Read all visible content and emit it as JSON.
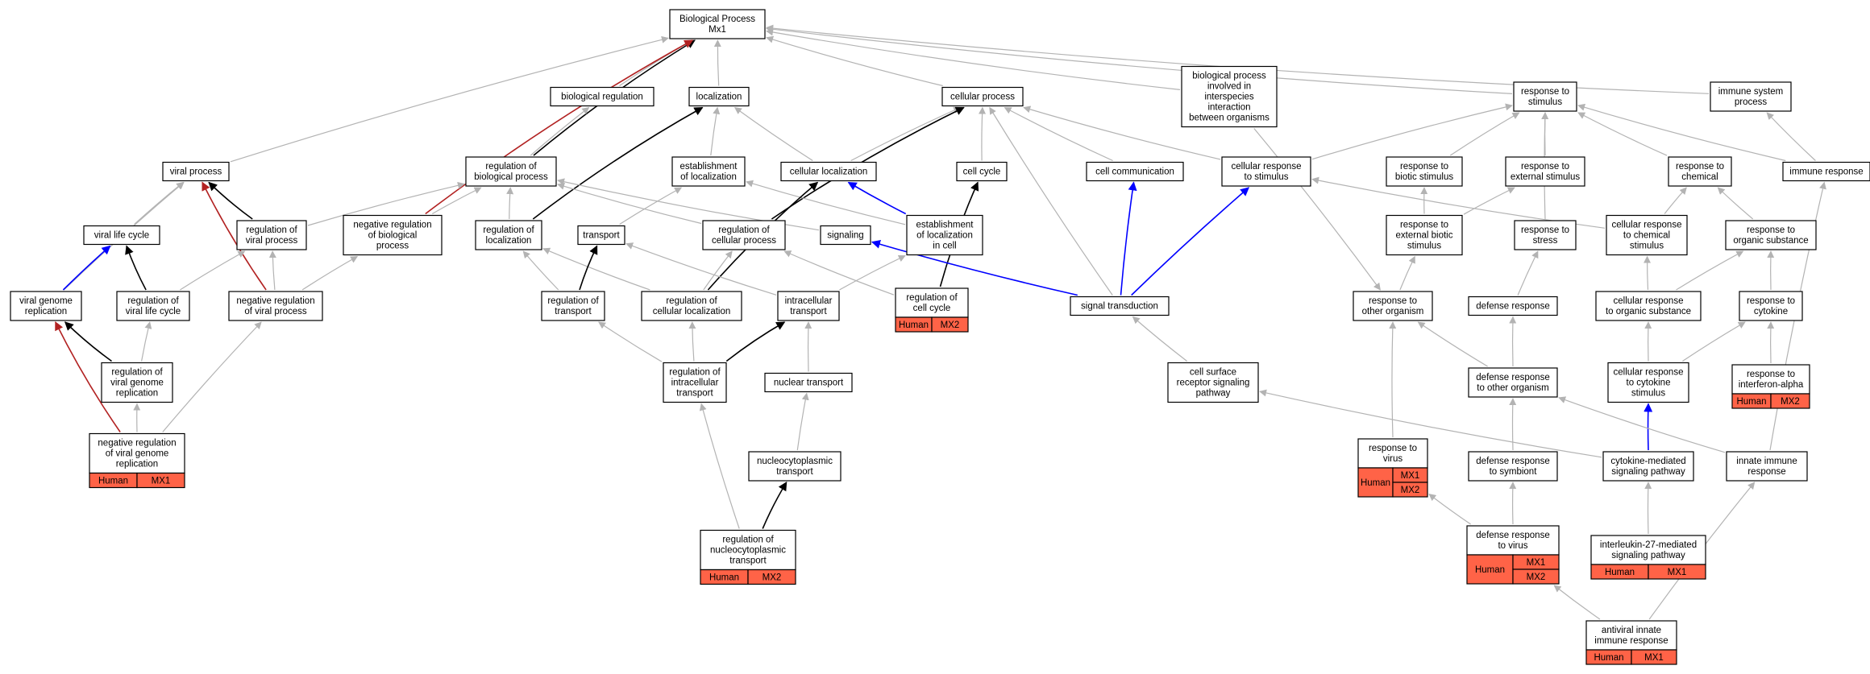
{
  "colors": {
    "background": "#ffffff",
    "node_border": "#000000",
    "node_fill": "#ffffff",
    "annotation_fill": "#ff6347",
    "edge_gray": "#b3b3b3",
    "edge_black": "#000000",
    "edge_blue": "#0000ff",
    "edge_red": "#b22222"
  },
  "nodes": [
    {
      "id": "bp",
      "lines": [
        "Biological Process",
        "Mx1"
      ]
    },
    {
      "id": "bioreg",
      "lines": [
        "biological regulation"
      ]
    },
    {
      "id": "loc",
      "lines": [
        "localization"
      ]
    },
    {
      "id": "cellproc",
      "lines": [
        "cellular process"
      ]
    },
    {
      "id": "bpinter",
      "lines": [
        "biological process",
        "involved in",
        "interspecies",
        "interaction",
        "between organisms"
      ]
    },
    {
      "id": "respstim",
      "lines": [
        "response to",
        "stimulus"
      ]
    },
    {
      "id": "immsys",
      "lines": [
        "immune system",
        "process"
      ]
    },
    {
      "id": "viralproc",
      "lines": [
        "viral process"
      ]
    },
    {
      "id": "regbp",
      "lines": [
        "regulation of",
        "biological process"
      ]
    },
    {
      "id": "estloc",
      "lines": [
        "establishment",
        "of localization"
      ]
    },
    {
      "id": "cellloc",
      "lines": [
        "cellular localization"
      ]
    },
    {
      "id": "cellcycle",
      "lines": [
        "cell cycle"
      ]
    },
    {
      "id": "cellcomm",
      "lines": [
        "cell communication"
      ]
    },
    {
      "id": "cellrespstim",
      "lines": [
        "cellular response",
        "to stimulus"
      ]
    },
    {
      "id": "respbiotic",
      "lines": [
        "response to",
        "biotic stimulus"
      ]
    },
    {
      "id": "respext",
      "lines": [
        "response to",
        "external stimulus"
      ]
    },
    {
      "id": "respchem",
      "lines": [
        "response to",
        "chemical"
      ]
    },
    {
      "id": "immresp",
      "lines": [
        "immune response"
      ]
    },
    {
      "id": "virallife",
      "lines": [
        "viral life cycle"
      ]
    },
    {
      "id": "regviral",
      "lines": [
        "regulation of",
        "viral process"
      ]
    },
    {
      "id": "negregbp",
      "lines": [
        "negative regulation",
        "of biological",
        "process"
      ]
    },
    {
      "id": "regloc",
      "lines": [
        "regulation of",
        "localization"
      ]
    },
    {
      "id": "transport",
      "lines": [
        "transport"
      ]
    },
    {
      "id": "regcellproc",
      "lines": [
        "regulation of",
        "cellular process"
      ]
    },
    {
      "id": "signaling",
      "lines": [
        "signaling"
      ]
    },
    {
      "id": "estloccell",
      "lines": [
        "establishment",
        "of localization",
        "in cell"
      ]
    },
    {
      "id": "respextbio",
      "lines": [
        "response to",
        "external biotic",
        "stimulus"
      ]
    },
    {
      "id": "respstress",
      "lines": [
        "response to",
        "stress"
      ]
    },
    {
      "id": "cellrespchem",
      "lines": [
        "cellular response",
        "to chemical",
        "stimulus"
      ]
    },
    {
      "id": "resporg",
      "lines": [
        "response to",
        "organic substance"
      ]
    },
    {
      "id": "viralgenrep",
      "lines": [
        "viral genome",
        "replication"
      ]
    },
    {
      "id": "regvirallife",
      "lines": [
        "regulation of",
        "viral life cycle"
      ]
    },
    {
      "id": "negregviral",
      "lines": [
        "negative regulation",
        "of viral process"
      ]
    },
    {
      "id": "regtransport",
      "lines": [
        "regulation of",
        "transport"
      ]
    },
    {
      "id": "regcellloc",
      "lines": [
        "regulation of",
        "cellular localization"
      ]
    },
    {
      "id": "intratrans",
      "lines": [
        "intracellular",
        "transport"
      ]
    },
    {
      "id": "regcellcycle",
      "lines": [
        "regulation of",
        "cell cycle"
      ],
      "annotation": [
        "Human",
        "MX2"
      ]
    },
    {
      "id": "sigtrans",
      "lines": [
        "signal transduction"
      ]
    },
    {
      "id": "respother",
      "lines": [
        "response to",
        "other organism"
      ]
    },
    {
      "id": "defresp",
      "lines": [
        "defense response"
      ]
    },
    {
      "id": "cellresporg",
      "lines": [
        "cellular response",
        "to organic substance"
      ]
    },
    {
      "id": "respcyto",
      "lines": [
        "response to",
        "cytokine"
      ]
    },
    {
      "id": "regviralgen",
      "lines": [
        "regulation of",
        "viral genome",
        "replication"
      ]
    },
    {
      "id": "regintratrans",
      "lines": [
        "regulation of",
        "intracellular",
        "transport"
      ]
    },
    {
      "id": "nuctrans",
      "lines": [
        "nuclear transport"
      ]
    },
    {
      "id": "cellsurf",
      "lines": [
        "cell surface",
        "receptor signaling",
        "pathway"
      ]
    },
    {
      "id": "defother",
      "lines": [
        "defense response",
        "to other organism"
      ]
    },
    {
      "id": "cellrespcyto",
      "lines": [
        "cellular response",
        "to cytokine",
        "stimulus"
      ]
    },
    {
      "id": "respifn",
      "lines": [
        "response to",
        "interferon-alpha"
      ],
      "annotation": [
        "Human",
        "MX2"
      ]
    },
    {
      "id": "negregviralgen",
      "lines": [
        "negative regulation",
        "of viral genome",
        "replication"
      ],
      "annotation": [
        "Human",
        "MX1"
      ]
    },
    {
      "id": "nucleo",
      "lines": [
        "nucleocytoplasmic",
        "transport"
      ]
    },
    {
      "id": "respvirus",
      "lines": [
        "response to",
        "virus"
      ],
      "annotation_multi": [
        "Human",
        "MX1",
        "MX2"
      ]
    },
    {
      "id": "defsymb",
      "lines": [
        "defense response",
        "to symbiont"
      ]
    },
    {
      "id": "cytomed",
      "lines": [
        "cytokine-mediated",
        "signaling pathway"
      ]
    },
    {
      "id": "innate",
      "lines": [
        "innate immune",
        "response"
      ]
    },
    {
      "id": "regnucleo",
      "lines": [
        "regulation of",
        "nucleocytoplasmic",
        "transport"
      ],
      "annotation": [
        "Human",
        "MX2"
      ]
    },
    {
      "id": "defvirus",
      "lines": [
        "defense response",
        "to virus"
      ],
      "annotation_multi": [
        "Human",
        "MX1",
        "MX2"
      ]
    },
    {
      "id": "il27",
      "lines": [
        "interleukin-27-mediated",
        "signaling pathway"
      ],
      "annotation": [
        "Human",
        "MX1"
      ]
    },
    {
      "id": "antiviral",
      "lines": [
        "antiviral innate",
        "immune response"
      ],
      "annotation": [
        "Human",
        "MX1"
      ]
    }
  ],
  "edges": [
    {
      "from": "bioreg",
      "to": "bp",
      "color": "gray"
    },
    {
      "from": "loc",
      "to": "bp",
      "color": "gray"
    },
    {
      "from": "cellproc",
      "to": "bp",
      "color": "gray"
    },
    {
      "from": "bpinter",
      "to": "bp",
      "color": "gray"
    },
    {
      "from": "respstim",
      "to": "bp",
      "color": "gray"
    },
    {
      "from": "immsys",
      "to": "bp",
      "color": "gray"
    },
    {
      "from": "viralproc",
      "to": "bp",
      "color": "gray"
    },
    {
      "from": "regbp",
      "to": "bp",
      "color": "black"
    },
    {
      "from": "negregbp",
      "to": "bp",
      "color": "red"
    },
    {
      "from": "regbp",
      "to": "bioreg",
      "color": "gray"
    },
    {
      "from": "estloc",
      "to": "loc",
      "color": "gray"
    },
    {
      "from": "cellloc",
      "to": "loc",
      "color": "gray"
    },
    {
      "from": "regloc",
      "to": "loc",
      "color": "black"
    },
    {
      "from": "cellloc",
      "to": "cellproc",
      "color": "gray"
    },
    {
      "from": "cellcycle",
      "to": "cellproc",
      "color": "gray"
    },
    {
      "from": "cellcomm",
      "to": "cellproc",
      "color": "gray"
    },
    {
      "from": "cellrespstim",
      "to": "cellproc",
      "color": "gray"
    },
    {
      "from": "sigtrans",
      "to": "cellproc",
      "color": "gray"
    },
    {
      "from": "regcellproc",
      "to": "cellproc",
      "color": "black"
    },
    {
      "from": "cellrespstim",
      "to": "respstim",
      "color": "gray"
    },
    {
      "from": "respbiotic",
      "to": "respstim",
      "color": "gray"
    },
    {
      "from": "respext",
      "to": "respstim",
      "color": "gray"
    },
    {
      "from": "respchem",
      "to": "respstim",
      "color": "gray"
    },
    {
      "from": "immresp",
      "to": "respstim",
      "color": "gray"
    },
    {
      "from": "respstress",
      "to": "respstim",
      "color": "gray"
    },
    {
      "from": "immresp",
      "to": "immsys",
      "color": "gray"
    },
    {
      "from": "virallife",
      "to": "viralproc",
      "color": "gray"
    },
    {
      "from": "viralgenrep",
      "to": "viralproc",
      "color": "gray"
    },
    {
      "from": "regviral",
      "to": "viralproc",
      "color": "black"
    },
    {
      "from": "negregviral",
      "to": "viralproc",
      "color": "red"
    },
    {
      "from": "regviral",
      "to": "regbp",
      "color": "gray"
    },
    {
      "from": "negregbp",
      "to": "regbp",
      "color": "gray"
    },
    {
      "from": "regloc",
      "to": "regbp",
      "color": "gray"
    },
    {
      "from": "regcellproc",
      "to": "regbp",
      "color": "gray"
    },
    {
      "from": "signaling",
      "to": "regbp",
      "color": "gray"
    },
    {
      "from": "transport",
      "to": "estloc",
      "color": "gray"
    },
    {
      "from": "estloccell",
      "to": "estloc",
      "color": "gray"
    },
    {
      "from": "estloccell",
      "to": "cellloc",
      "color": "blue"
    },
    {
      "from": "regcellloc",
      "to": "cellloc",
      "color": "black"
    },
    {
      "from": "regcellcycle",
      "to": "cellcycle",
      "color": "black"
    },
    {
      "from": "sigtrans",
      "to": "cellcomm",
      "color": "blue"
    },
    {
      "from": "sigtrans",
      "to": "cellrespstim",
      "color": "blue"
    },
    {
      "from": "respextbio",
      "to": "respbiotic",
      "color": "gray"
    },
    {
      "from": "respextbio",
      "to": "respext",
      "color": "gray"
    },
    {
      "from": "cellrespchem",
      "to": "respchem",
      "color": "gray"
    },
    {
      "from": "resporg",
      "to": "respchem",
      "color": "gray"
    },
    {
      "from": "innate",
      "to": "immresp",
      "color": "gray"
    },
    {
      "from": "cellrespchem",
      "to": "cellrespstim",
      "color": "gray"
    },
    {
      "from": "viralgenrep",
      "to": "virallife",
      "color": "blue"
    },
    {
      "from": "regvirallife",
      "to": "virallife",
      "color": "black"
    },
    {
      "from": "regvirallife",
      "to": "regviral",
      "color": "gray"
    },
    {
      "from": "negregviral",
      "to": "regviral",
      "color": "gray"
    },
    {
      "from": "negregviral",
      "to": "negregbp",
      "color": "gray"
    },
    {
      "from": "regtransport",
      "to": "regloc",
      "color": "gray"
    },
    {
      "from": "regcellloc",
      "to": "regloc",
      "color": "gray"
    },
    {
      "from": "regtransport",
      "to": "transport",
      "color": "black"
    },
    {
      "from": "intratrans",
      "to": "transport",
      "color": "gray"
    },
    {
      "from": "regcellloc",
      "to": "regcellproc",
      "color": "gray"
    },
    {
      "from": "regcellcycle",
      "to": "regcellproc",
      "color": "gray"
    },
    {
      "from": "sigtrans",
      "to": "signaling",
      "color": "blue"
    },
    {
      "from": "intratrans",
      "to": "estloccell",
      "color": "gray"
    },
    {
      "from": "respother",
      "to": "respextbio",
      "color": "gray"
    },
    {
      "from": "defresp",
      "to": "respstress",
      "color": "gray"
    },
    {
      "from": "cellresporg",
      "to": "cellrespchem",
      "color": "gray"
    },
    {
      "from": "cellresporg",
      "to": "resporg",
      "color": "gray"
    },
    {
      "from": "respcyto",
      "to": "resporg",
      "color": "gray"
    },
    {
      "from": "regviralgen",
      "to": "viralgenrep",
      "color": "black"
    },
    {
      "from": "negregviralgen",
      "to": "viralgenrep",
      "color": "red"
    },
    {
      "from": "regviralgen",
      "to": "regvirallife",
      "color": "gray"
    },
    {
      "from": "regintratrans",
      "to": "regtransport",
      "color": "gray"
    },
    {
      "from": "regintratrans",
      "to": "regcellloc",
      "color": "gray"
    },
    {
      "from": "regintratrans",
      "to": "intratrans",
      "color": "black"
    },
    {
      "from": "nuctrans",
      "to": "intratrans",
      "color": "gray"
    },
    {
      "from": "cellsurf",
      "to": "sigtrans",
      "color": "gray"
    },
    {
      "from": "respvirus",
      "to": "respother",
      "color": "gray"
    },
    {
      "from": "defother",
      "to": "respother",
      "color": "gray"
    },
    {
      "from": "defother",
      "to": "defresp",
      "color": "gray"
    },
    {
      "from": "cellrespcyto",
      "to": "cellresporg",
      "color": "gray"
    },
    {
      "from": "cellrespcyto",
      "to": "respcyto",
      "color": "gray"
    },
    {
      "from": "respifn",
      "to": "respcyto",
      "color": "gray"
    },
    {
      "from": "negregviralgen",
      "to": "regviralgen",
      "color": "gray"
    },
    {
      "from": "negregviralgen",
      "to": "negregviral",
      "color": "gray"
    },
    {
      "from": "nucleo",
      "to": "nuctrans",
      "color": "gray"
    },
    {
      "from": "defsymb",
      "to": "defother",
      "color": "gray"
    },
    {
      "from": "cytomed",
      "to": "cellsurf",
      "color": "gray"
    },
    {
      "from": "cytomed",
      "to": "cellrespcyto",
      "color": "blue"
    },
    {
      "from": "innate",
      "to": "defother",
      "color": "gray"
    },
    {
      "from": "regnucleo",
      "to": "nucleo",
      "color": "black"
    },
    {
      "from": "regnucleo",
      "to": "regintratrans",
      "color": "gray"
    },
    {
      "from": "defvirus",
      "to": "respvirus",
      "color": "gray"
    },
    {
      "from": "defvirus",
      "to": "defsymb",
      "color": "gray"
    },
    {
      "from": "il27",
      "to": "cytomed",
      "color": "gray"
    },
    {
      "from": "antiviral",
      "to": "defvirus",
      "color": "gray"
    },
    {
      "from": "antiviral",
      "to": "innate",
      "color": "gray"
    },
    {
      "from": "bpinter",
      "to": "respother",
      "color": "gray"
    },
    {
      "from": "respstress",
      "to": "respstim",
      "color": "gray"
    }
  ]
}
